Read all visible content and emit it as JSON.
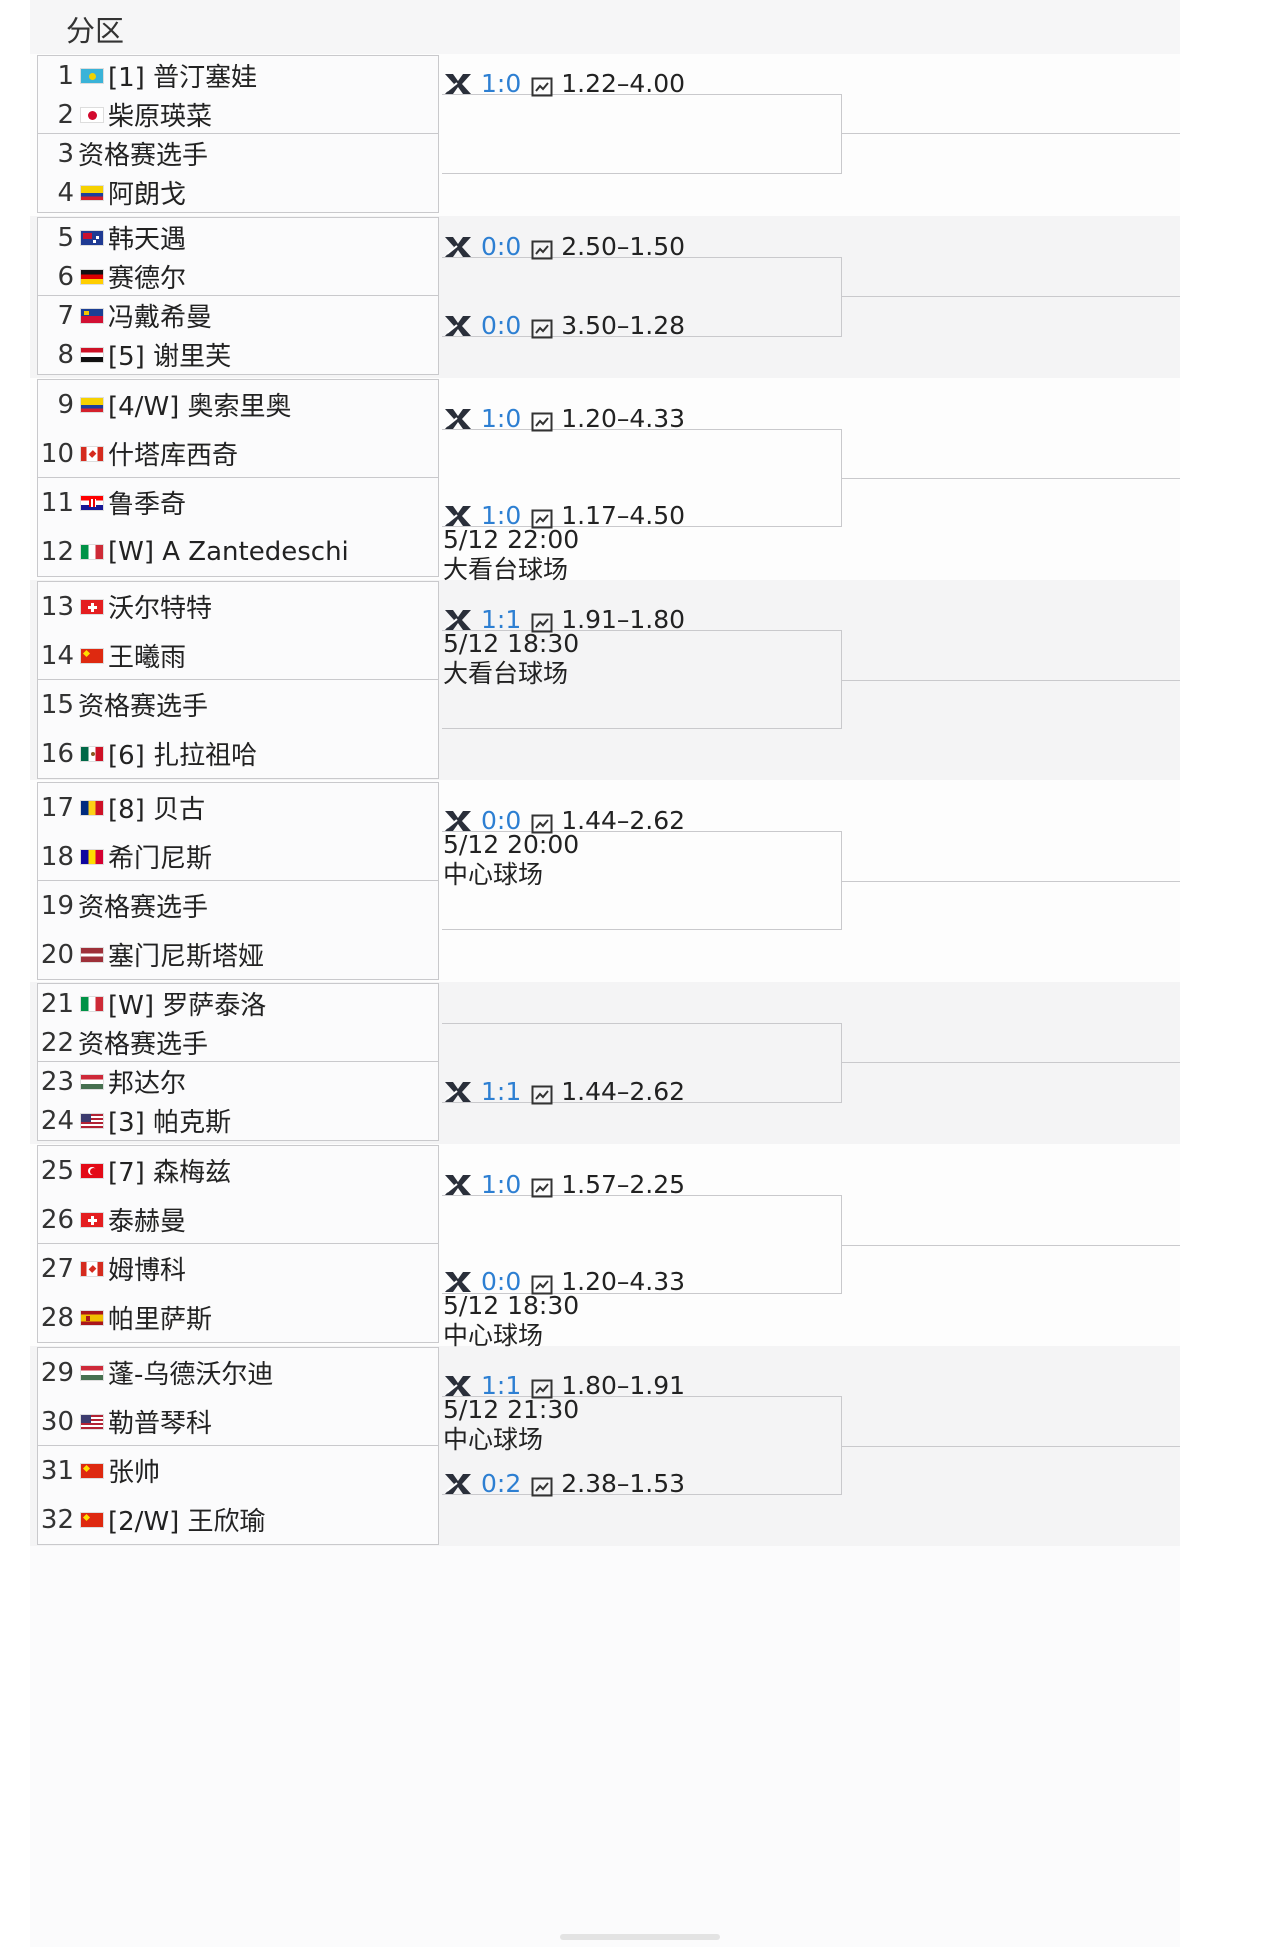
{
  "header": {
    "title": "分区"
  },
  "players": [
    {
      "num": "1",
      "flag": "kz",
      "name": "[1] 普汀塞娃"
    },
    {
      "num": "2",
      "flag": "jp",
      "name": "柴原瑛菜"
    },
    {
      "num": "3",
      "flag": "",
      "name": "资格赛选手"
    },
    {
      "num": "4",
      "flag": "co",
      "name": "阿朗戈"
    },
    {
      "num": "5",
      "flag": "au",
      "name": "韩天遇"
    },
    {
      "num": "6",
      "flag": "de",
      "name": "赛德尔"
    },
    {
      "num": "7",
      "flag": "li",
      "name": "冯戴希曼"
    },
    {
      "num": "8",
      "flag": "eg",
      "name": "[5] 谢里芙"
    },
    {
      "num": "9",
      "flag": "co",
      "name": "[4/W] 奥索里奥"
    },
    {
      "num": "10",
      "flag": "ca",
      "name": "什塔库西奇"
    },
    {
      "num": "11",
      "flag": "hr",
      "name": "鲁季奇"
    },
    {
      "num": "12",
      "flag": "it",
      "name": "[W] A Zantedeschi"
    },
    {
      "num": "13",
      "flag": "ch",
      "name": "沃尔特特"
    },
    {
      "num": "14",
      "flag": "cn",
      "name": "王曦雨"
    },
    {
      "num": "15",
      "flag": "",
      "name": "资格赛选手"
    },
    {
      "num": "16",
      "flag": "mx",
      "name": "[6] 扎拉祖哈"
    },
    {
      "num": "17",
      "flag": "ro",
      "name": "[8] 贝古"
    },
    {
      "num": "18",
      "flag": "ad",
      "name": "希门尼斯"
    },
    {
      "num": "19",
      "flag": "",
      "name": "资格赛选手"
    },
    {
      "num": "20",
      "flag": "lv",
      "name": "塞门尼斯塔娅"
    },
    {
      "num": "21",
      "flag": "it",
      "name": "[W] 罗萨泰洛"
    },
    {
      "num": "22",
      "flag": "",
      "name": "资格赛选手"
    },
    {
      "num": "23",
      "flag": "hu",
      "name": "邦达尔"
    },
    {
      "num": "24",
      "flag": "us",
      "name": "[3] 帕克斯"
    },
    {
      "num": "25",
      "flag": "tr",
      "name": "[7] 森梅兹"
    },
    {
      "num": "26",
      "flag": "ch",
      "name": "泰赫曼"
    },
    {
      "num": "27",
      "flag": "ca",
      "name": "姆博科"
    },
    {
      "num": "28",
      "flag": "es",
      "name": "帕里萨斯"
    },
    {
      "num": "29",
      "flag": "hu",
      "name": "蓬-乌德沃尔迪"
    },
    {
      "num": "30",
      "flag": "us",
      "name": "勒普琴科"
    },
    {
      "num": "31",
      "flag": "cn",
      "name": "张帅"
    },
    {
      "num": "32",
      "flag": "cn",
      "name": "[2/W] 王欣瑜"
    }
  ],
  "matches": [
    {
      "score": "1:0",
      "odds": "1.22–4.00"
    },
    {
      "score": "0:0",
      "odds": "2.50–1.50"
    },
    {
      "score": "0:0",
      "odds": "3.50–1.28"
    },
    {
      "score": "1:0",
      "odds": "1.20–4.33"
    },
    {
      "score": "1:0",
      "odds": "1.17–4.50",
      "time": "5/12 22:00",
      "court": "大看台球场"
    },
    {
      "score": "1:1",
      "odds": "1.91–1.80",
      "time": "5/12 18:30",
      "court": "大看台球场"
    },
    {
      "score": "0:0",
      "odds": "1.44–2.62",
      "time": "5/12 20:00",
      "court": "中心球场"
    },
    {
      "score": "1:1",
      "odds": "1.44–2.62"
    },
    {
      "score": "1:0",
      "odds": "1.57–2.25"
    },
    {
      "score": "0:0",
      "odds": "1.20–4.33",
      "time": "5/12 18:30",
      "court": "中心球场"
    },
    {
      "score": "1:1",
      "odds": "1.80–1.91",
      "time": "5/12 21:30",
      "court": "中心球场"
    },
    {
      "score": "0:2",
      "odds": "2.38–1.53"
    }
  ],
  "colors": {
    "score": "#2d7fd2",
    "border": "#c9c9cc",
    "alt_bg": "#f4f4f5"
  }
}
